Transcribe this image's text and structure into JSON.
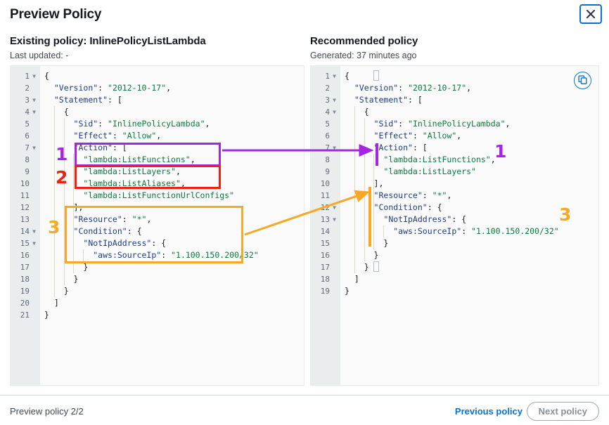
{
  "modal": {
    "title": "Preview Policy",
    "close_icon": "close-icon"
  },
  "existing": {
    "heading": "Existing policy: InlinePolicyListLambda",
    "subtitle": "Last updated: -",
    "line_count": 21,
    "lines": [
      {
        "n": 1,
        "fold": true,
        "indent": 0,
        "text": "{"
      },
      {
        "n": 2,
        "fold": false,
        "indent": 1,
        "text": "\"Version\": \"2012-10-17\","
      },
      {
        "n": 3,
        "fold": true,
        "indent": 1,
        "text": "\"Statement\": ["
      },
      {
        "n": 4,
        "fold": true,
        "indent": 2,
        "text": "{"
      },
      {
        "n": 5,
        "fold": false,
        "indent": 3,
        "text": "\"Sid\": \"InlinePolicyLambda\","
      },
      {
        "n": 6,
        "fold": false,
        "indent": 3,
        "text": "\"Effect\": \"Allow\","
      },
      {
        "n": 7,
        "fold": true,
        "indent": 3,
        "text": "\"Action\": ["
      },
      {
        "n": 8,
        "fold": false,
        "indent": 4,
        "text": "\"lambda:ListFunctions\","
      },
      {
        "n": 9,
        "fold": false,
        "indent": 4,
        "text": "\"lambda:ListLayers\","
      },
      {
        "n": 10,
        "fold": false,
        "indent": 4,
        "text": "\"lambda:ListAliases\","
      },
      {
        "n": 11,
        "fold": false,
        "indent": 4,
        "text": "\"lambda:ListFunctionUrlConfigs\""
      },
      {
        "n": 12,
        "fold": false,
        "indent": 3,
        "text": "],"
      },
      {
        "n": 13,
        "fold": false,
        "indent": 3,
        "text": "\"Resource\": \"*\","
      },
      {
        "n": 14,
        "fold": true,
        "indent": 3,
        "text": "\"Condition\": {"
      },
      {
        "n": 15,
        "fold": true,
        "indent": 4,
        "text": "\"NotIpAddress\": {"
      },
      {
        "n": 16,
        "fold": false,
        "indent": 5,
        "text": "\"aws:SourceIp\": \"1.100.150.200/32\""
      },
      {
        "n": 17,
        "fold": false,
        "indent": 4,
        "text": "}"
      },
      {
        "n": 18,
        "fold": false,
        "indent": 3,
        "text": "}"
      },
      {
        "n": 19,
        "fold": false,
        "indent": 2,
        "text": "}"
      },
      {
        "n": 20,
        "fold": false,
        "indent": 1,
        "text": "]"
      },
      {
        "n": 21,
        "fold": false,
        "indent": 0,
        "text": "}"
      }
    ]
  },
  "recommended": {
    "heading": "Recommended policy",
    "subtitle": "Generated: 37 minutes ago",
    "copy_icon": "copy-icon",
    "line_count": 19,
    "lines": [
      {
        "n": 1,
        "fold": true,
        "indent": 0,
        "text": "{"
      },
      {
        "n": 2,
        "fold": false,
        "indent": 1,
        "text": "\"Version\": \"2012-10-17\","
      },
      {
        "n": 3,
        "fold": true,
        "indent": 1,
        "text": "\"Statement\": ["
      },
      {
        "n": 4,
        "fold": true,
        "indent": 2,
        "text": "{"
      },
      {
        "n": 5,
        "fold": false,
        "indent": 3,
        "text": "\"Sid\": \"InlinePolicyLambda\","
      },
      {
        "n": 6,
        "fold": false,
        "indent": 3,
        "text": "\"Effect\": \"Allow\","
      },
      {
        "n": 7,
        "fold": true,
        "indent": 3,
        "text": "\"Action\": ["
      },
      {
        "n": 8,
        "fold": false,
        "indent": 4,
        "text": "\"lambda:ListFunctions\","
      },
      {
        "n": 9,
        "fold": false,
        "indent": 4,
        "text": "\"lambda:ListLayers\""
      },
      {
        "n": 10,
        "fold": false,
        "indent": 3,
        "text": "],"
      },
      {
        "n": 11,
        "fold": false,
        "indent": 3,
        "text": "\"Resource\": \"*\","
      },
      {
        "n": 12,
        "fold": true,
        "indent": 3,
        "text": "\"Condition\": {"
      },
      {
        "n": 13,
        "fold": true,
        "indent": 4,
        "text": "\"NotIpAddress\": {"
      },
      {
        "n": 14,
        "fold": false,
        "indent": 5,
        "text": "\"aws:SourceIp\": \"1.100.150.200/32\""
      },
      {
        "n": 15,
        "fold": false,
        "indent": 4,
        "text": "}"
      },
      {
        "n": 16,
        "fold": false,
        "indent": 3,
        "text": "}"
      },
      {
        "n": 17,
        "fold": false,
        "indent": 2,
        "text": "}"
      },
      {
        "n": 18,
        "fold": false,
        "indent": 1,
        "text": "]"
      },
      {
        "n": 19,
        "fold": false,
        "indent": 0,
        "text": "}"
      }
    ]
  },
  "annotations": {
    "marker_1": "1",
    "marker_2": "2",
    "marker_3": "3",
    "color_1": "#a626e0",
    "color_2": "#ee2211",
    "color_3": "#f9a826"
  },
  "footer": {
    "status": "Preview policy 2/2",
    "previous_label": "Previous policy",
    "next_label": "Next policy"
  },
  "colors": {
    "accent_blue": "#0972d3",
    "json_key": "#1f3c88",
    "json_string": "#0b7a3e",
    "gutter_bg": "#eaedee",
    "panel_bg": "#fafafa"
  }
}
